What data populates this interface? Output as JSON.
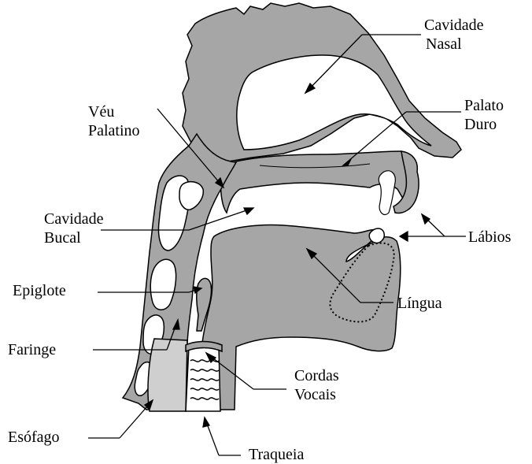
{
  "labels": {
    "cavidade_nasal": [
      "Cavidade",
      "Nasal"
    ],
    "veu_palatino": [
      "Véu",
      "Palatino"
    ],
    "palato_duro": [
      "Palato",
      "Duro"
    ],
    "cavidade_bucal": [
      "Cavidade",
      "Bucal"
    ],
    "labios": "Lábios",
    "epiglote": "Epiglote",
    "lingua": "Língua",
    "faringe": "Faringe",
    "cordas_vocais": [
      "Cordas",
      "Vocais"
    ],
    "esofago": "Esófago",
    "traqueia": "Traqueia"
  },
  "colors": {
    "tissue": "#a6a6a6",
    "esophagus": "#cfcfcf",
    "outline": "#000000",
    "background": "#ffffff"
  }
}
